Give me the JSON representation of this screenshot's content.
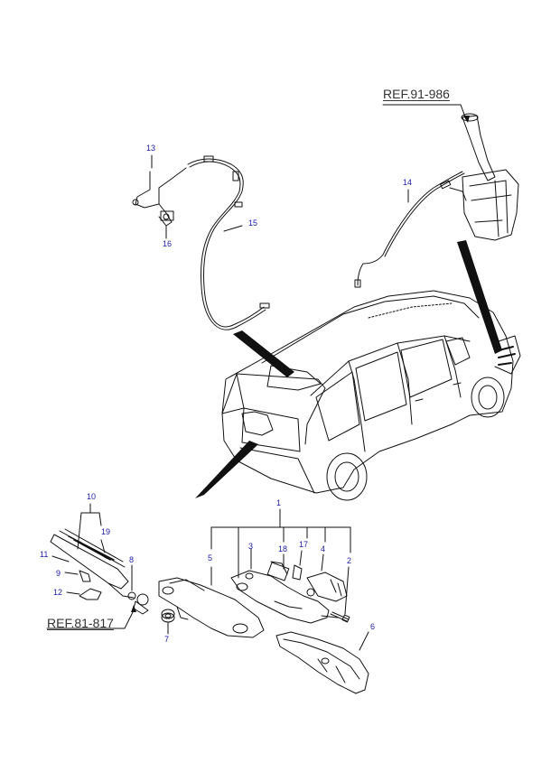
{
  "references": {
    "washer_reservoir": "REF.91-986",
    "wiper_arm": "REF.81-817"
  },
  "callouts": {
    "p1": "1",
    "p2": "2",
    "p3": "3",
    "p4": "4",
    "p5": "5",
    "p6": "6",
    "p7": "7",
    "p8": "8",
    "p9": "9",
    "p10": "10",
    "p11": "11",
    "p12": "12",
    "p13": "13",
    "p14": "14",
    "p15": "15",
    "p16": "16",
    "p17": "17",
    "p18": "18",
    "p19": "19"
  },
  "colors": {
    "line": "#111111",
    "callout_text": "#1a1aa6",
    "ref_text": "#333333"
  }
}
